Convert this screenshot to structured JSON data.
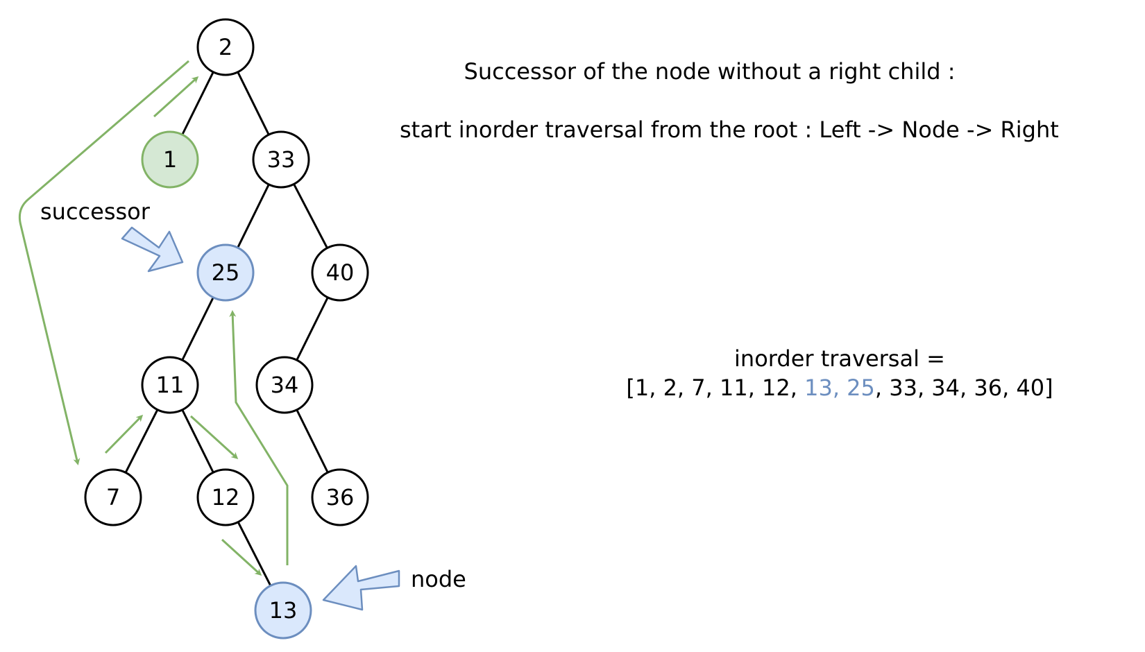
{
  "heading": "Successor of the node without a right child :",
  "subheading": "start inorder traversal from the root : Left -> Node -> Right",
  "inorder": {
    "label": "inorder traversal =",
    "values": [
      "1",
      "2",
      "7",
      "11",
      "12",
      "13",
      "25",
      "33",
      "34",
      "36",
      "40"
    ],
    "highlighted": [
      "13",
      "25"
    ]
  },
  "tree": {
    "nodes": [
      {
        "id": "n2",
        "label": "2",
        "style": "plain"
      },
      {
        "id": "n1",
        "label": "1",
        "style": "green"
      },
      {
        "id": "n33",
        "label": "33",
        "style": "plain"
      },
      {
        "id": "n25",
        "label": "25",
        "style": "blue"
      },
      {
        "id": "n40",
        "label": "40",
        "style": "plain"
      },
      {
        "id": "n11",
        "label": "11",
        "style": "plain"
      },
      {
        "id": "n34",
        "label": "34",
        "style": "plain"
      },
      {
        "id": "n7",
        "label": "7",
        "style": "plain"
      },
      {
        "id": "n12",
        "label": "12",
        "style": "plain"
      },
      {
        "id": "n36",
        "label": "36",
        "style": "plain"
      },
      {
        "id": "n13",
        "label": "13",
        "style": "blue"
      }
    ],
    "edges": [
      [
        "n2",
        "n1"
      ],
      [
        "n2",
        "n33"
      ],
      [
        "n33",
        "n25"
      ],
      [
        "n33",
        "n40"
      ],
      [
        "n25",
        "n11"
      ],
      [
        "n40",
        "n34"
      ],
      [
        "n11",
        "n7"
      ],
      [
        "n11",
        "n12"
      ],
      [
        "n34",
        "n36"
      ],
      [
        "n12",
        "n13"
      ]
    ]
  },
  "callouts": {
    "successor_label": "successor",
    "node_label": "node"
  },
  "colors": {
    "green_fill": "#d5e8d4",
    "green_stroke": "#82b366",
    "blue_fill": "#dae8fc",
    "blue_stroke": "#6c8ebf",
    "traversal_arrow": "#82b366",
    "highlight_text": "#6c8ebf"
  }
}
